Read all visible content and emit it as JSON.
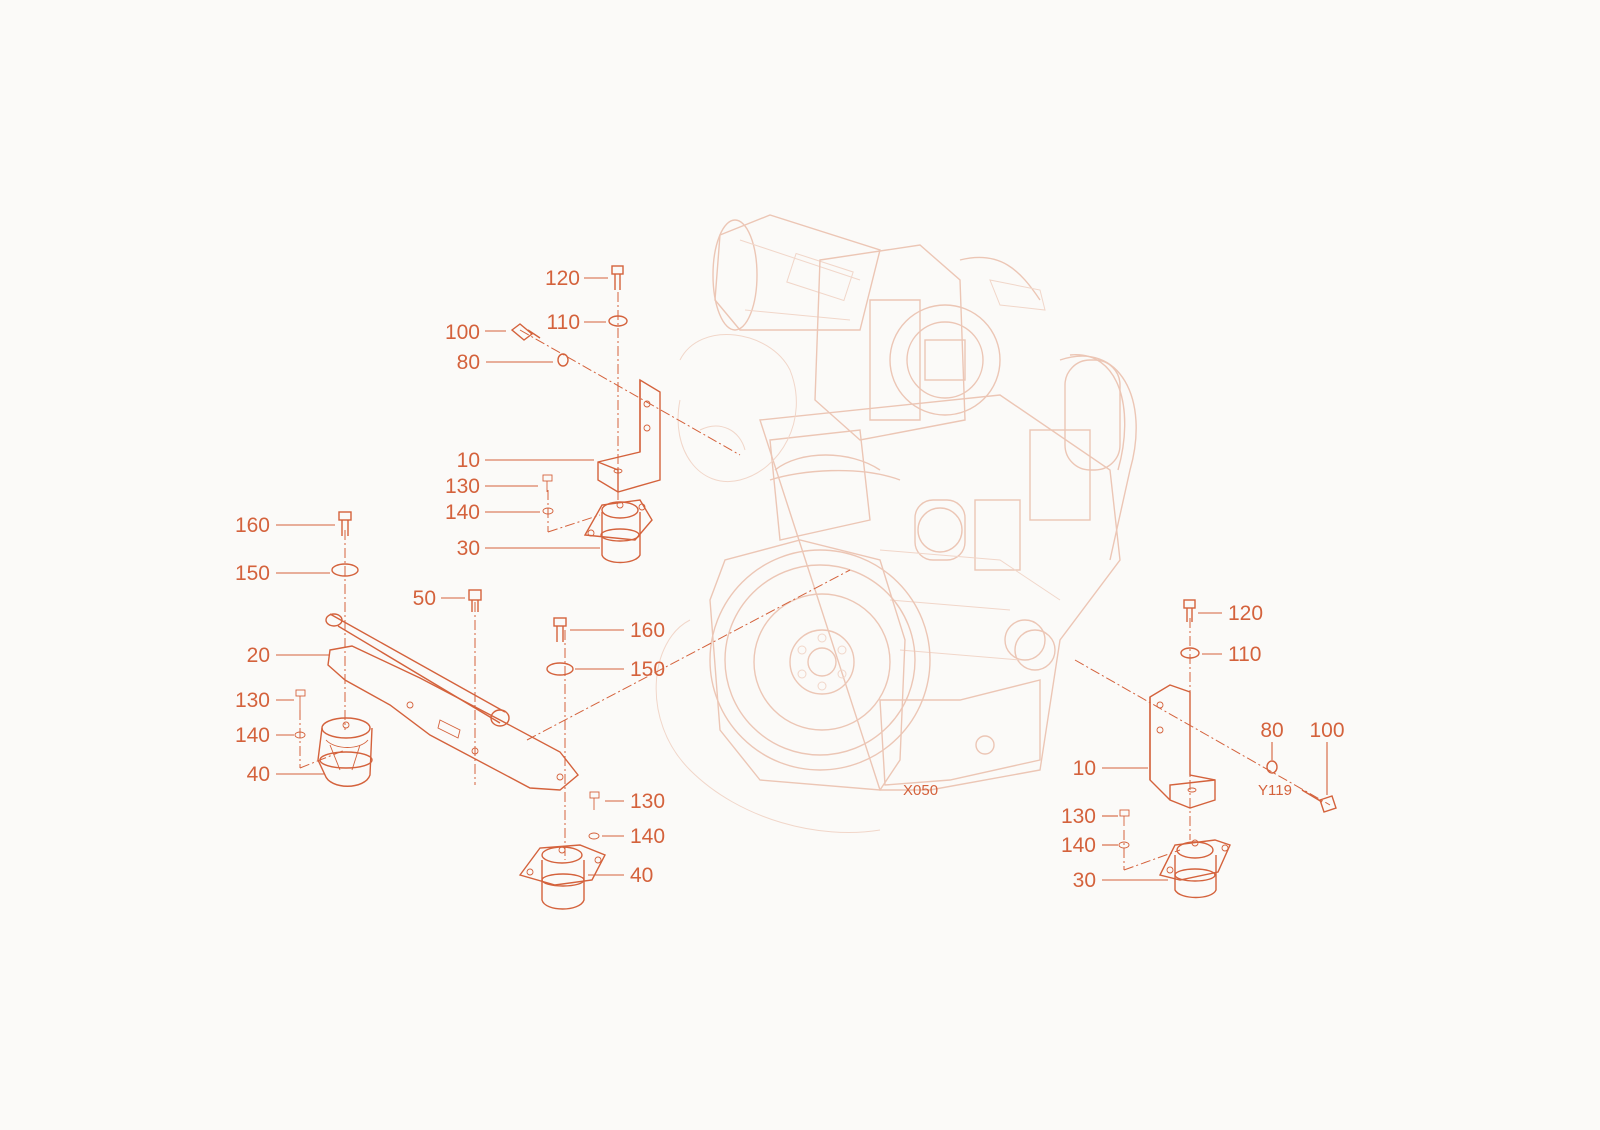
{
  "colors": {
    "accent": "#d4623c",
    "ghost": "#ecc6b5",
    "background": "#fbfaf8"
  },
  "callouts": {
    "c120a": "120",
    "c110a": "110",
    "c100a": "100",
    "c80a": "80",
    "c10a": "10",
    "c130a": "130",
    "c140a": "140",
    "c30a": "30",
    "c160a": "160",
    "c150a": "150",
    "c50": "50",
    "c20": "20",
    "c130b": "130",
    "c140b": "140",
    "c40a": "40",
    "c160b": "160",
    "c150b": "150",
    "c130c": "130",
    "c140c": "140",
    "c40b": "40",
    "c120b": "120",
    "c110b": "110",
    "c80b": "80",
    "c100b": "100",
    "c10b": "10",
    "c130d": "130",
    "c140d": "140",
    "c30b": "30"
  },
  "refs": {
    "x050": "X050",
    "y119": "Y119"
  }
}
